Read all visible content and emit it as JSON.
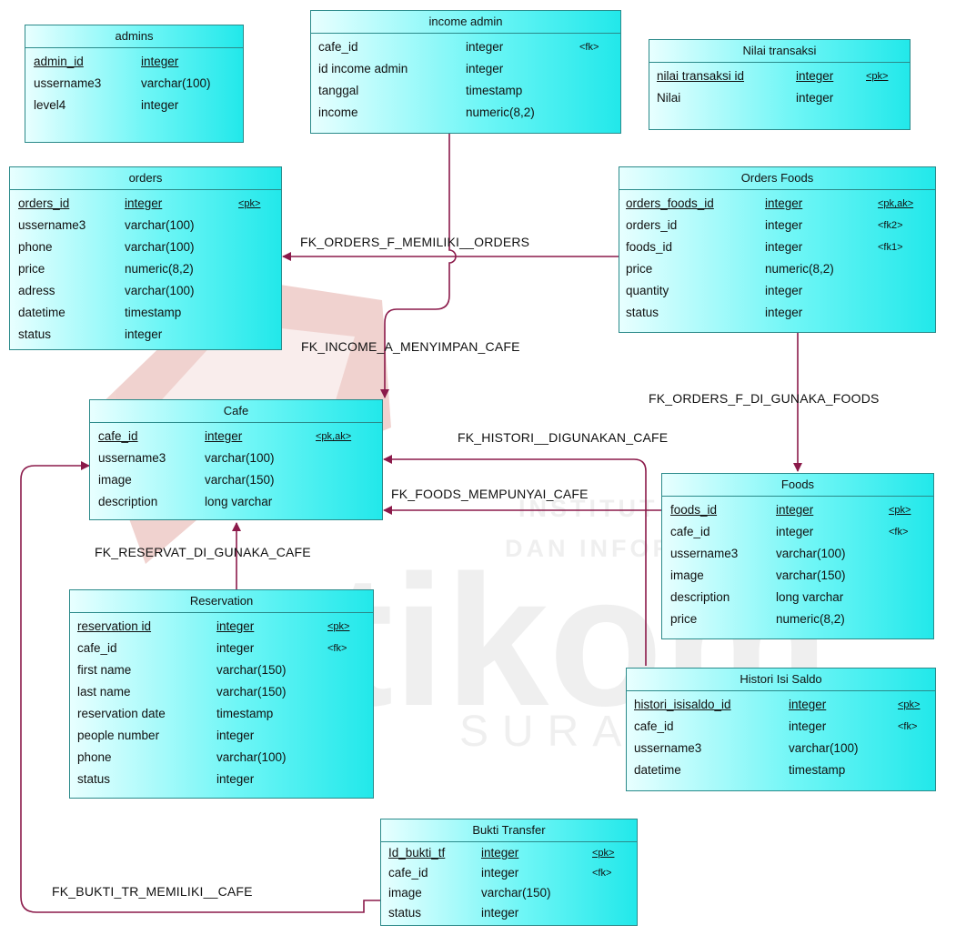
{
  "tables": {
    "admins": {
      "title": "admins",
      "rows": [
        {
          "name": "admin_id",
          "type": "integer",
          "key": ""
        },
        {
          "name": "ussername3",
          "type": "varchar(100)",
          "key": ""
        },
        {
          "name": "level4",
          "type": "integer",
          "key": ""
        }
      ]
    },
    "income_admin": {
      "title": "income admin",
      "rows": [
        {
          "name": "cafe_id",
          "type": "integer",
          "key": "<fk>"
        },
        {
          "name": "id income admin",
          "type": "integer",
          "key": ""
        },
        {
          "name": "tanggal",
          "type": "timestamp",
          "key": ""
        },
        {
          "name": "income",
          "type": "numeric(8,2)",
          "key": ""
        }
      ]
    },
    "nilai_transaksi": {
      "title": "Nilai transaksi",
      "rows": [
        {
          "name": "nilai transaksi id",
          "type": "integer",
          "key": "<pk>"
        },
        {
          "name": "Nilai",
          "type": "integer",
          "key": ""
        }
      ]
    },
    "orders": {
      "title": "orders",
      "rows": [
        {
          "name": "orders_id",
          "type": "integer",
          "key": "<pk>"
        },
        {
          "name": "ussername3",
          "type": "varchar(100)",
          "key": ""
        },
        {
          "name": "phone",
          "type": "varchar(100)",
          "key": ""
        },
        {
          "name": "price",
          "type": "numeric(8,2)",
          "key": ""
        },
        {
          "name": "adress",
          "type": "varchar(100)",
          "key": ""
        },
        {
          "name": "datetime",
          "type": "timestamp",
          "key": ""
        },
        {
          "name": "status",
          "type": "integer",
          "key": ""
        }
      ]
    },
    "orders_foods": {
      "title": "Orders Foods",
      "rows": [
        {
          "name": "orders_foods_id",
          "type": "integer",
          "key": "<pk,ak>"
        },
        {
          "name": "orders_id",
          "type": "integer",
          "key": "<fk2>"
        },
        {
          "name": "foods_id",
          "type": "integer",
          "key": "<fk1>"
        },
        {
          "name": "price",
          "type": "numeric(8,2)",
          "key": ""
        },
        {
          "name": "quantity",
          "type": "integer",
          "key": ""
        },
        {
          "name": "status",
          "type": "integer",
          "key": ""
        }
      ]
    },
    "cafe": {
      "title": "Cafe",
      "rows": [
        {
          "name": "cafe_id",
          "type": "integer",
          "key": "<pk,ak>"
        },
        {
          "name": "ussername3",
          "type": "varchar(100)",
          "key": ""
        },
        {
          "name": "image",
          "type": "varchar(150)",
          "key": ""
        },
        {
          "name": "description",
          "type": "long varchar",
          "key": ""
        }
      ]
    },
    "foods": {
      "title": "Foods",
      "rows": [
        {
          "name": "foods_id",
          "type": "integer",
          "key": "<pk>"
        },
        {
          "name": "cafe_id",
          "type": "integer",
          "key": "<fk>"
        },
        {
          "name": "ussername3",
          "type": "varchar(100)",
          "key": ""
        },
        {
          "name": "image",
          "type": "varchar(150)",
          "key": ""
        },
        {
          "name": "description",
          "type": "long varchar",
          "key": ""
        },
        {
          "name": "price",
          "type": "numeric(8,2)",
          "key": ""
        }
      ]
    },
    "reservation": {
      "title": "Reservation",
      "rows": [
        {
          "name": "reservation id",
          "type": "integer",
          "key": "<pk>"
        },
        {
          "name": "cafe_id",
          "type": "integer",
          "key": "<fk>"
        },
        {
          "name": "first name",
          "type": "varchar(150)",
          "key": ""
        },
        {
          "name": "last name",
          "type": "varchar(150)",
          "key": ""
        },
        {
          "name": "reservation date",
          "type": "timestamp",
          "key": ""
        },
        {
          "name": "people number",
          "type": "integer",
          "key": ""
        },
        {
          "name": "phone",
          "type": "varchar(100)",
          "key": ""
        },
        {
          "name": "status",
          "type": "integer",
          "key": ""
        }
      ]
    },
    "histori": {
      "title": "Histori Isi Saldo",
      "rows": [
        {
          "name": "histori_isisaldo_id",
          "type": "integer",
          "key": "<pk>"
        },
        {
          "name": "cafe_id",
          "type": "integer",
          "key": "<fk>"
        },
        {
          "name": "ussername3",
          "type": "varchar(100)",
          "key": ""
        },
        {
          "name": "datetime",
          "type": "timestamp",
          "key": ""
        }
      ]
    },
    "bukti": {
      "title": "Bukti Transfer",
      "rows": [
        {
          "name": "Id_bukti_tf",
          "type": "integer",
          "key": "<pk>"
        },
        {
          "name": "cafe_id",
          "type": "integer",
          "key": "<fk>"
        },
        {
          "name": "image",
          "type": "varchar(150)",
          "key": ""
        },
        {
          "name": "status",
          "type": "integer",
          "key": ""
        }
      ]
    }
  },
  "relationships": {
    "orders_f_orders": "FK_ORDERS_F_MEMILIKI__ORDERS",
    "income_cafe": "FK_INCOME_A_MENYIMPAN_CAFE",
    "orders_f_foods": "FK_ORDERS_F_DI_GUNAKA_FOODS",
    "histori_cafe": "FK_HISTORI__DIGUNAKAN_CAFE",
    "foods_cafe": "FK_FOODS_MEMPUNYAI_CAFE",
    "reservat_cafe": "FK_RESERVAT_DI_GUNAKA_CAFE",
    "bukti_cafe": "FK_BUKTI_TR_MEMILIKI__CAFE"
  },
  "watermark": {
    "line1": "INSTITUT BISNIS",
    "line2": "DAN INFORMATIKA",
    "logo": "stikom",
    "city": "SURABAYA"
  },
  "colors": {
    "connector": "#8b1a4a",
    "table_border": "#2b8a8a",
    "table_fill": "#22e8ea",
    "watermark_red": "#d9a0a0"
  }
}
